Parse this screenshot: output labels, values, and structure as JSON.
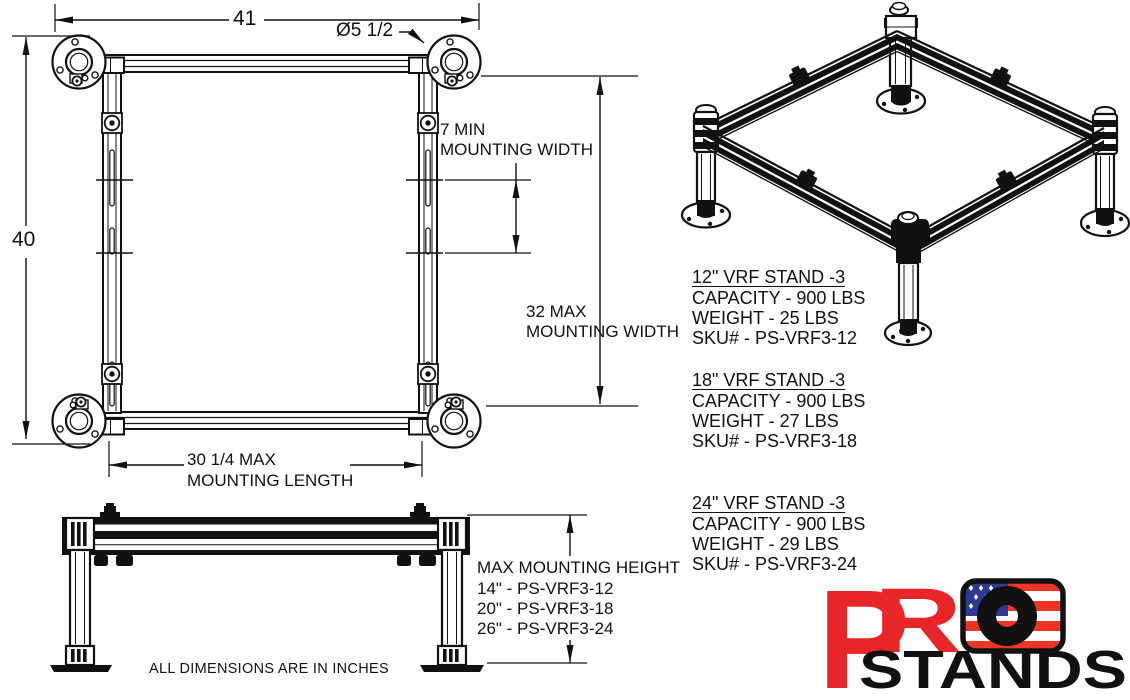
{
  "note": "ALL DIMENSIONS ARE IN INCHES",
  "top_view": {
    "dim_overall_width": "41",
    "dim_overall_depth": "40",
    "dim_flange_diameter": "Ø5 1/2",
    "dim_min_width_line1": "7 MIN",
    "dim_min_width_line2": "MOUNTING WIDTH",
    "dim_max_width_line1": "32 MAX",
    "dim_max_width_line2": "MOUNTING WIDTH",
    "dim_max_length_line1": "30 1/4 MAX",
    "dim_max_length_line2": "MOUNTING LENGTH"
  },
  "front_view": {
    "height_title": "MAX MOUNTING HEIGHT",
    "height_options": [
      "14\" - PS-VRF3-12",
      "20\" - PS-VRF3-18",
      "26\" - PS-VRF3-24"
    ]
  },
  "products": [
    {
      "title": "12\" VRF STAND -3",
      "capacity": "CAPACITY - 900 LBS",
      "weight": "WEIGHT - 25 LBS",
      "sku": "SKU# - PS-VRF3-12"
    },
    {
      "title": "18\" VRF STAND -3",
      "capacity": "CAPACITY - 900 LBS",
      "weight": "WEIGHT - 27 LBS",
      "sku": "SKU# - PS-VRF3-18"
    },
    {
      "title": "24\" VRF STAND -3",
      "capacity": "CAPACITY - 900 LBS",
      "weight": "WEIGHT - 29 LBS",
      "sku": "SKU# - PS-VRF3-24"
    }
  ],
  "logo": {
    "p": "P",
    "r": "R",
    "o": "O",
    "stands": "STANDS",
    "red": "#e8262a",
    "flag_blue": "#2d3a8f",
    "flag_red": "#ee3424"
  },
  "colors": {
    "ink": "#111111",
    "paper": "#ffffff"
  }
}
